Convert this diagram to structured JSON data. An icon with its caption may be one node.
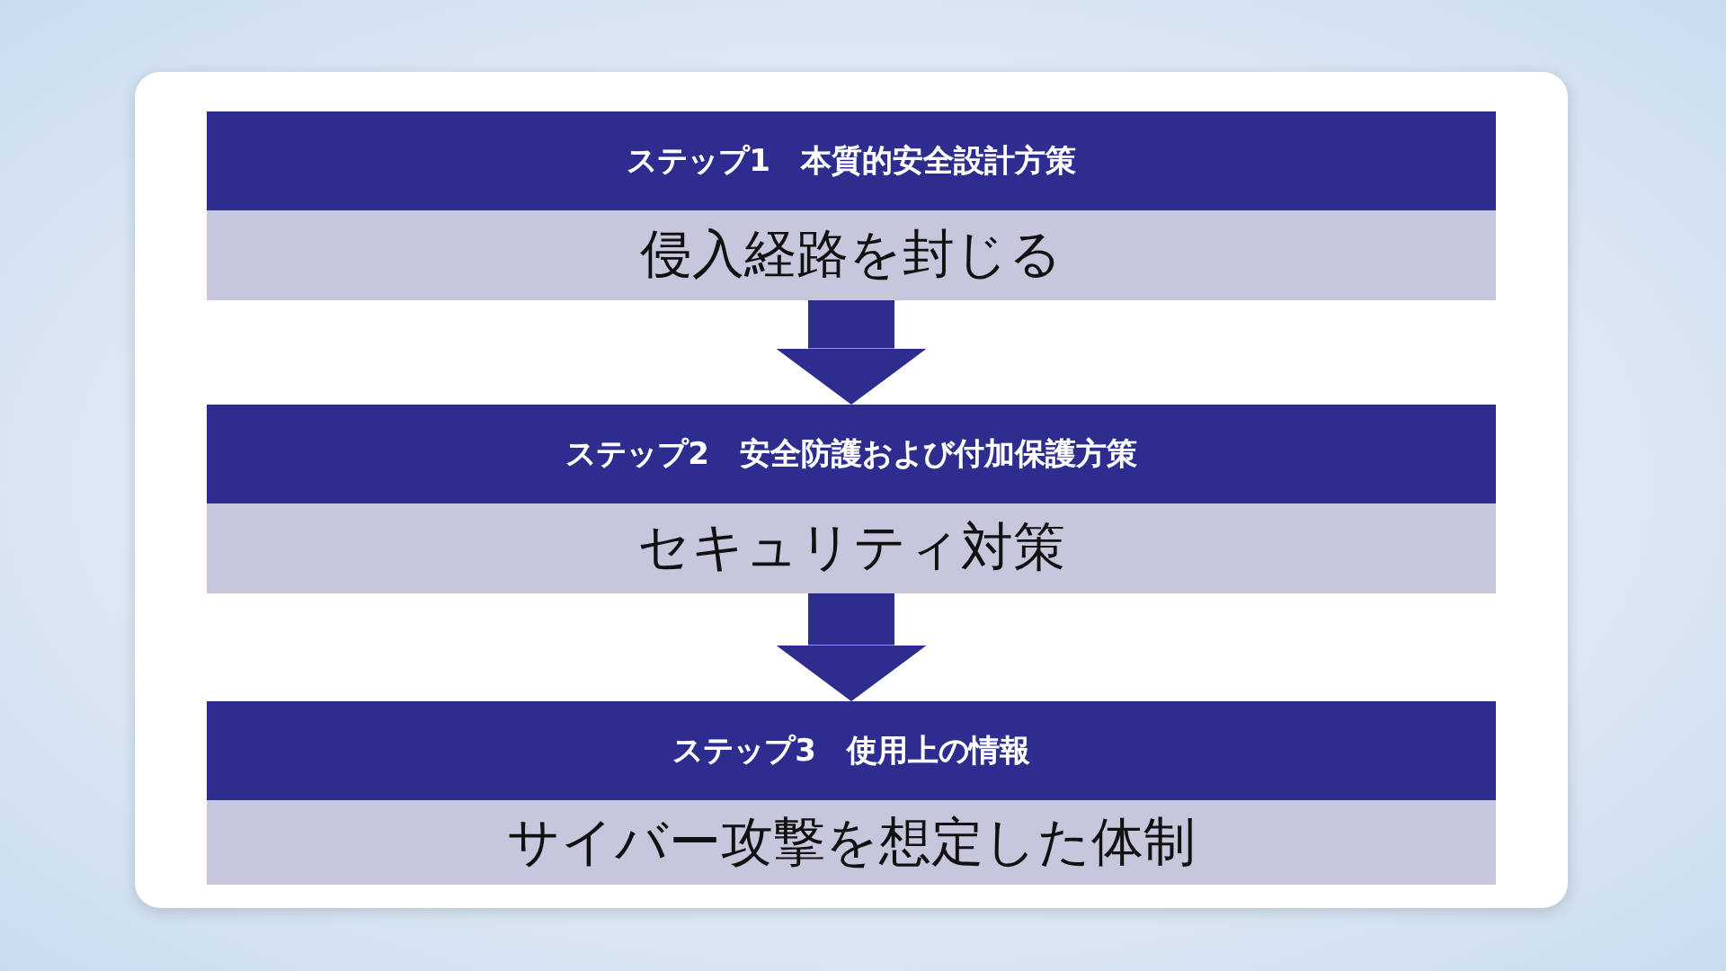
{
  "diagram": {
    "nodes": [
      {
        "text": [
          "ステップ1　本質的安全設計方策",
          "侵入経路を封じる"
        ]
      },
      {
        "text": [
          "ステップ2　安全防護および付加保護方策",
          "セキュリティ対策"
        ]
      },
      {
        "text": [
          "ステップ3　使用上の情報",
          "サイバー攻撃を想定した体制"
        ]
      }
    ],
    "edges": [
      {
        "from": 0,
        "to": 1,
        "arrow": "to"
      },
      {
        "from": 1,
        "to": 2,
        "arrow": "to"
      }
    ]
  }
}
